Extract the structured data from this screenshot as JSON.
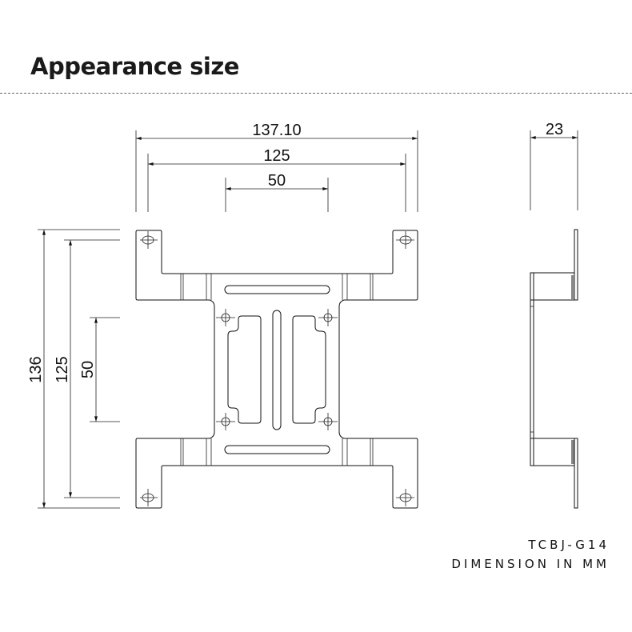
{
  "header": {
    "title": "Appearance size"
  },
  "dimensions": {
    "overall_width": "137.10",
    "hole_spacing_width": "125",
    "inner_hole_spacing_width": "50",
    "depth": "23",
    "overall_height": "136",
    "hole_spacing_height": "125",
    "inner_hole_spacing_height": "50"
  },
  "notes": {
    "model": "TCBJ-G14",
    "units": "DIMENSION IN MM"
  }
}
